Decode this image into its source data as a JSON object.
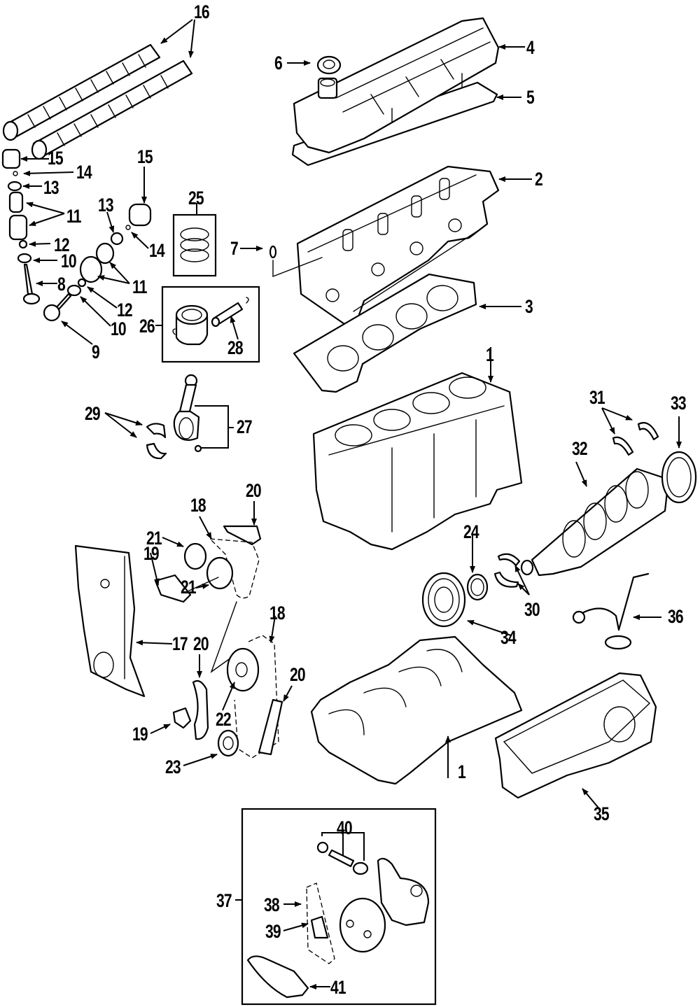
{
  "diagram": {
    "type": "exploded-parts-diagram",
    "subject": "Engine assembly",
    "line_color": "#000000",
    "background_color": "#ffffff",
    "groups": [
      {
        "name": "camshafts-and-valvetrain",
        "callouts": [
          "16",
          "15",
          "14",
          "13",
          "12",
          "11",
          "10",
          "9",
          "8"
        ]
      },
      {
        "name": "cylinder-head-and-cover",
        "callouts": [
          "6",
          "4",
          "5",
          "2",
          "7",
          "3"
        ]
      },
      {
        "name": "piston-and-rod",
        "callouts": [
          "25",
          "26",
          "28",
          "27",
          "29"
        ]
      },
      {
        "name": "cylinder-block-and-crankshaft",
        "callouts": [
          "1",
          "31",
          "33",
          "32",
          "24",
          "30",
          "34",
          "36"
        ]
      },
      {
        "name": "timing-components",
        "callouts": [
          "20",
          "18",
          "21",
          "19",
          "17",
          "22",
          "23"
        ]
      },
      {
        "name": "oil-pan-and-pump",
        "callouts": [
          "1",
          "35",
          "37",
          "38",
          "39",
          "40",
          "41"
        ]
      }
    ]
  },
  "callouts": {
    "c16": "16",
    "c15a": "15",
    "c14a": "14",
    "c13a": "13",
    "c11a": "11",
    "c12a": "12",
    "c10a": "10",
    "c8": "8",
    "c15b": "15",
    "c13b": "13",
    "c14b": "14",
    "c11b": "11",
    "c12b": "12",
    "c10b": "10",
    "c9": "9",
    "c25": "25",
    "c26": "26",
    "c28": "28",
    "c7": "7",
    "c6": "6",
    "c4": "4",
    "c5": "5",
    "c2": "2",
    "c3": "3",
    "c1a": "1",
    "c29": "29",
    "c27": "27",
    "c31": "31",
    "c33": "33",
    "c32": "32",
    "c20a": "20",
    "c18a": "18",
    "c21a": "21",
    "c19a": "19",
    "c21b": "21",
    "c24": "24",
    "c30": "30",
    "c34": "34",
    "c36": "36",
    "c18b": "18",
    "c17": "17",
    "c20b": "20",
    "c20c": "20",
    "c22": "22",
    "c19b": "19",
    "c23": "23",
    "c1b": "1",
    "c35": "35",
    "c40": "40",
    "c37": "37",
    "c38": "38",
    "c39": "39",
    "c41": "41"
  }
}
